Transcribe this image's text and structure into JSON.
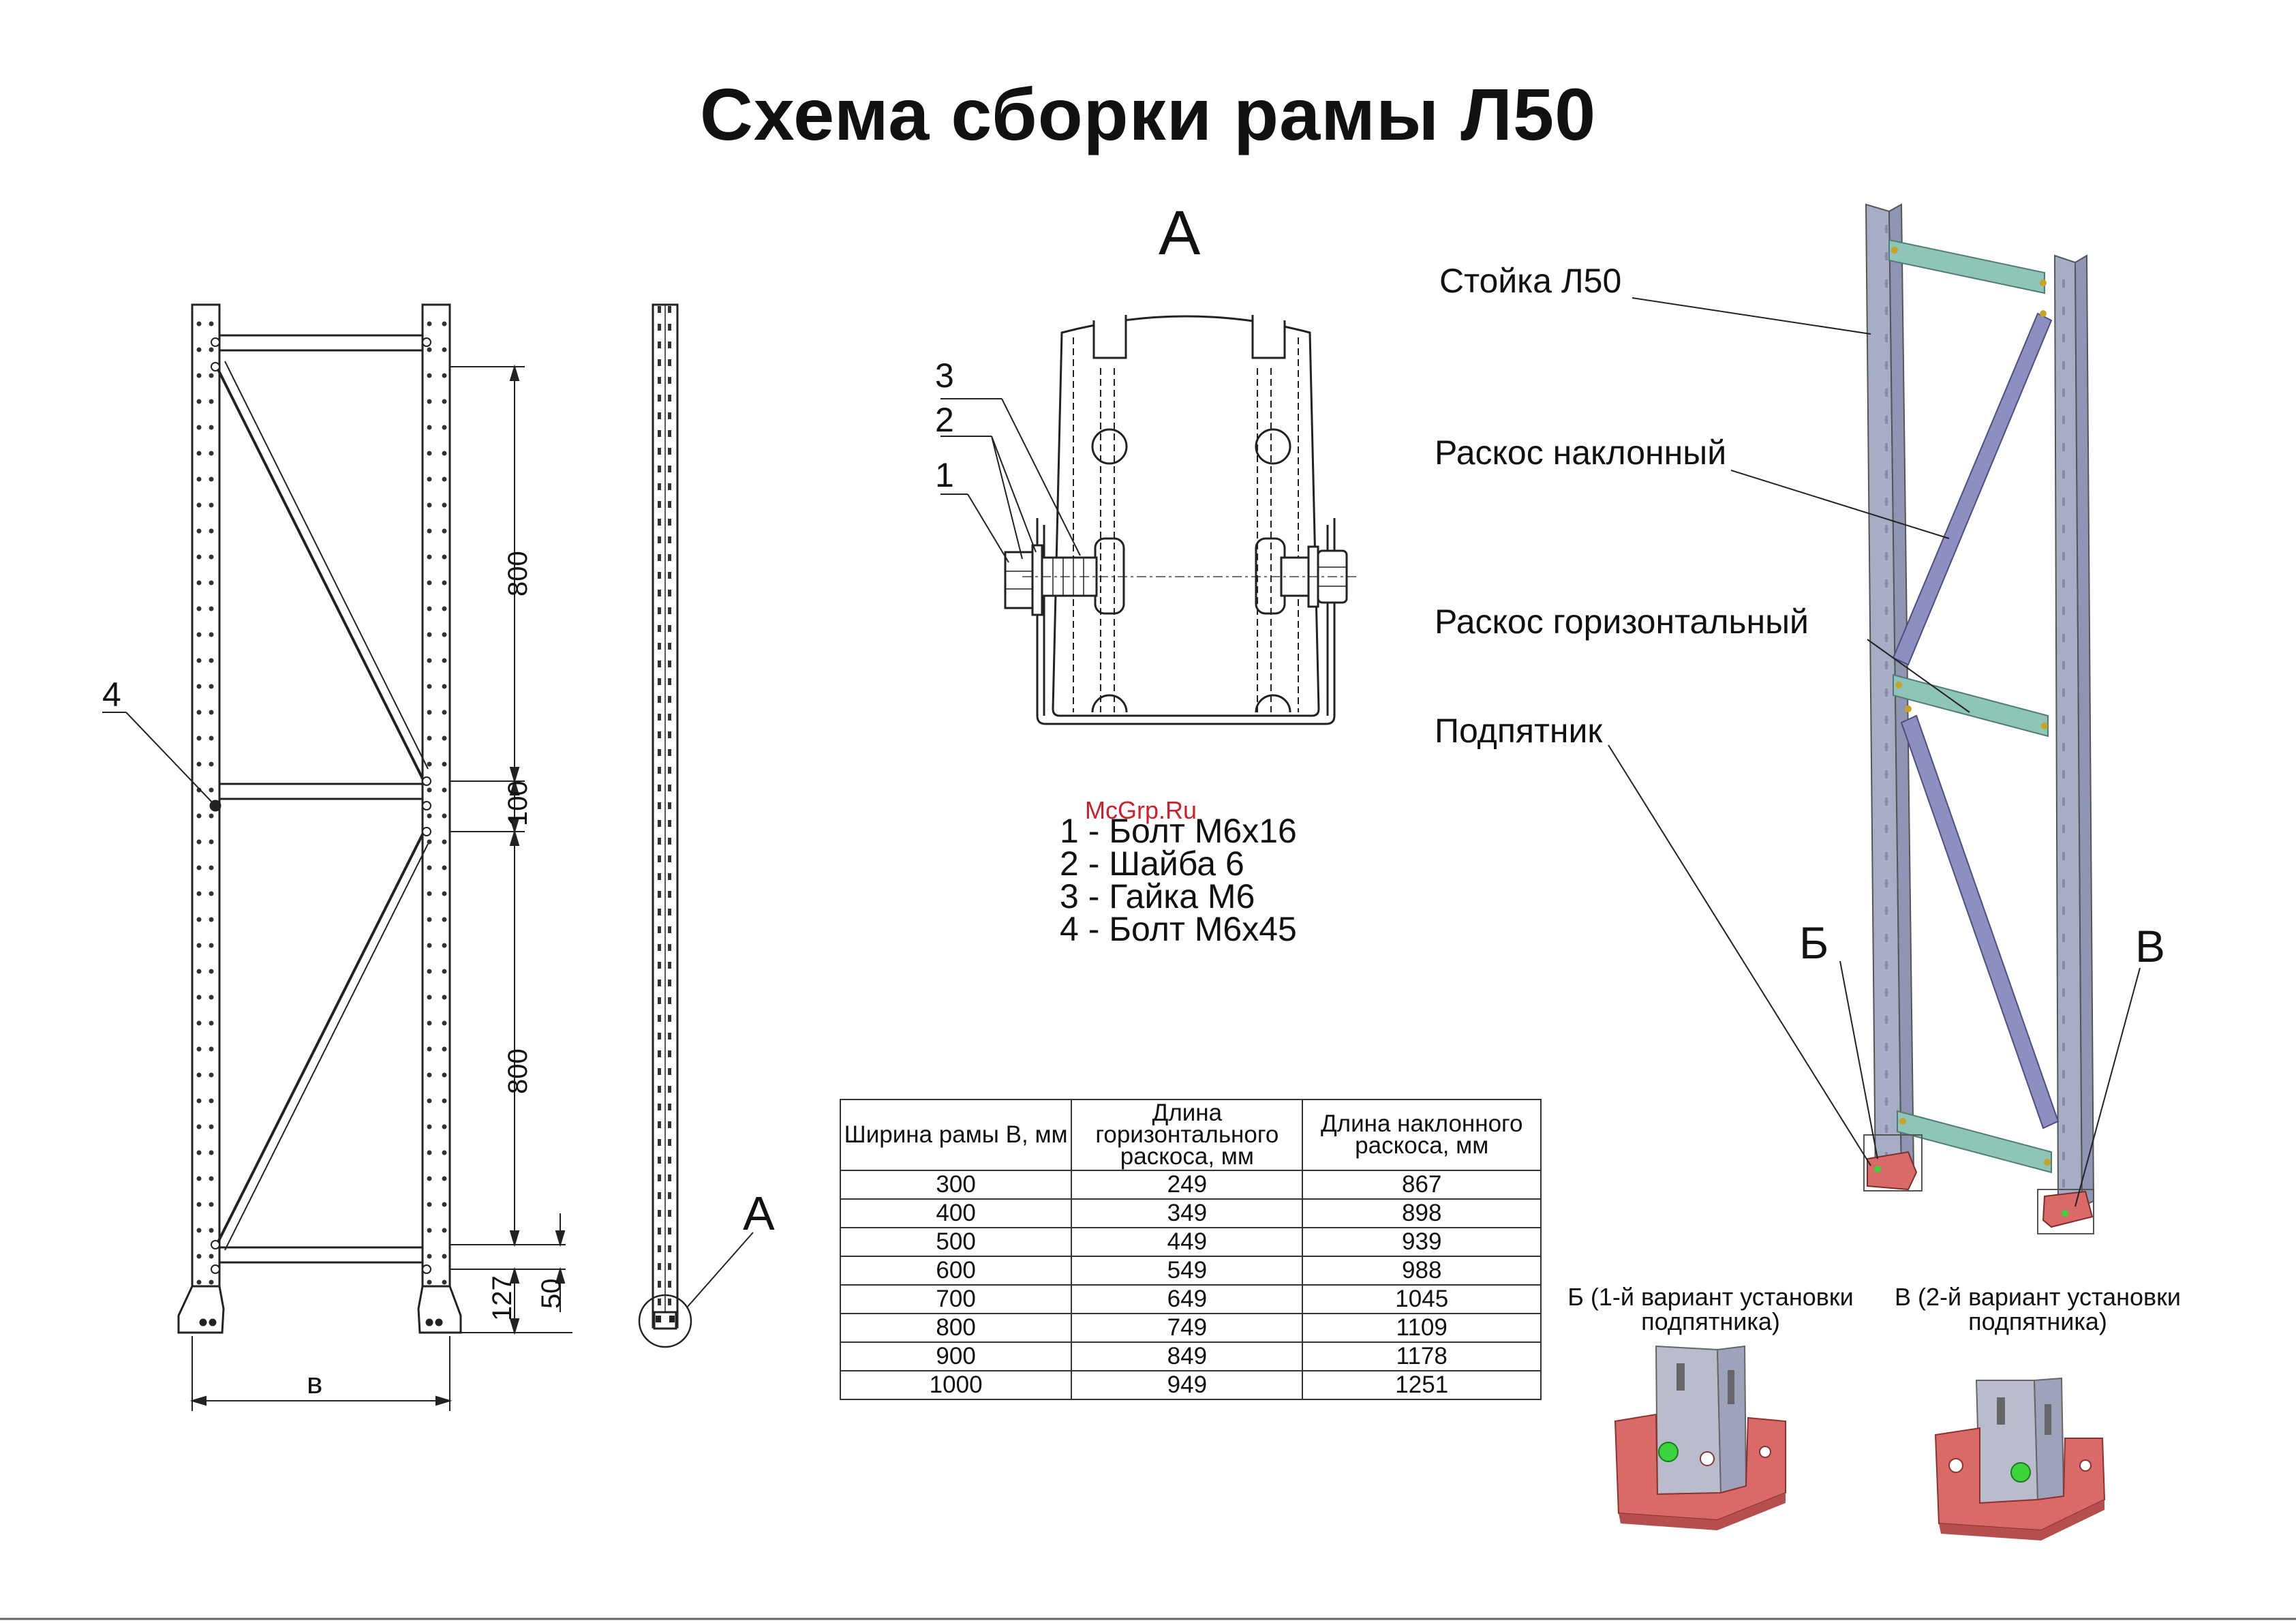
{
  "title": "Схема сборки рамы Л50",
  "dimensions": {
    "d800_top": "800",
    "d100": "100",
    "d800_bottom": "800",
    "d127": "127",
    "d50": "50",
    "width_b": "в"
  },
  "callouts": {
    "item4": "4",
    "view_a": "A",
    "detail_title": "A",
    "n3": "3",
    "n2": "2",
    "n1": "1"
  },
  "legend": [
    "1 - Болт М6х16",
    "2 - Шайба 6",
    "3 - Гайка М6",
    "4 - Болт М6х45"
  ],
  "watermark": "McGrp.Ru",
  "table": {
    "headers": [
      "Ширина рамы В, мм",
      "Длина горизонтального раскоса, мм",
      "Длина наклонного раскоса, мм"
    ],
    "rows": [
      [
        "300",
        "249",
        "867"
      ],
      [
        "400",
        "349",
        "898"
      ],
      [
        "500",
        "449",
        "939"
      ],
      [
        "600",
        "549",
        "988"
      ],
      [
        "700",
        "649",
        "1045"
      ],
      [
        "800",
        "749",
        "1109"
      ],
      [
        "900",
        "849",
        "1178"
      ],
      [
        "1000",
        "949",
        "1251"
      ]
    ]
  },
  "iso_labels": {
    "upright": "Стойка Л50",
    "diagonal": "Раскос наклонный",
    "horizontal": "Раскос горизонтальный",
    "footplate": "Подпятник",
    "b": "Б",
    "v": "В"
  },
  "captions": {
    "b_line1": "Б (1-й вариант установки",
    "b_line2": "подпятника)",
    "v_line1": "В (2-й вариант установки",
    "v_line2": "подпятника)"
  },
  "colors": {
    "upright": "#a8adc6",
    "horizontal_brace": "#8fc4b8",
    "diagonal_brace": "#8d8fc0",
    "footplate": "#d96a68",
    "bolt": "#3bd43b"
  }
}
